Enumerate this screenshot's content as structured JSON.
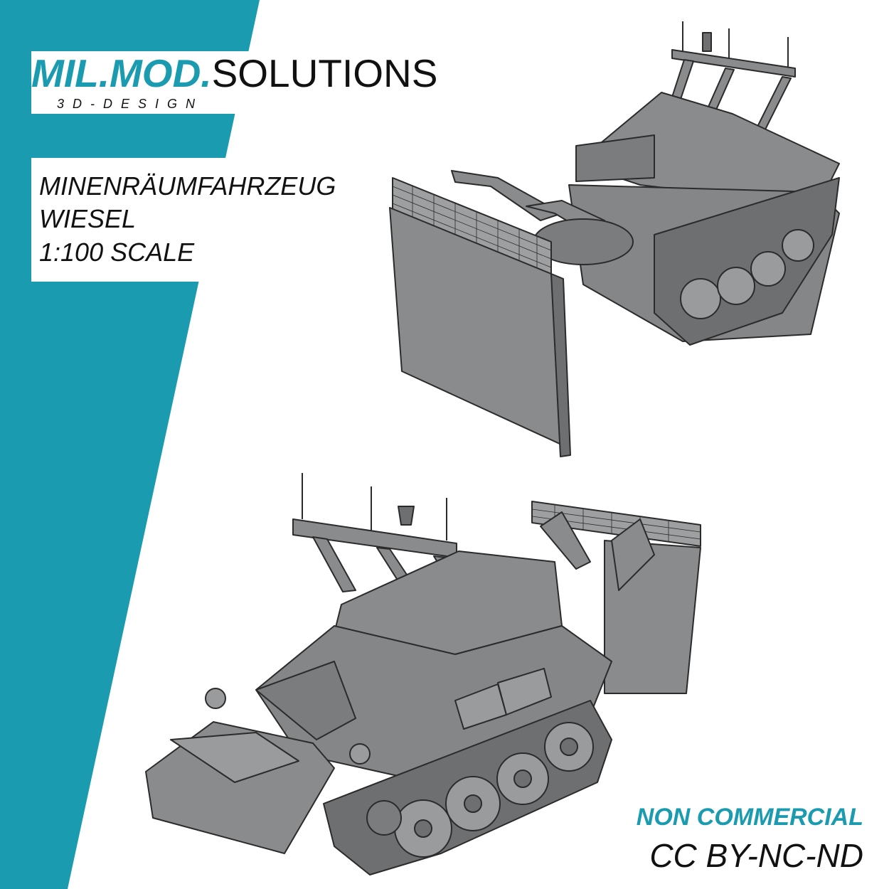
{
  "brand": {
    "logo_part_accent": "MIL.MOD.",
    "logo_part_main": "SOLUTIONS",
    "tagline": "3D-DESIGN"
  },
  "product": {
    "line1": "MINENRÄUMFAHRZEUG",
    "line2": "WIESEL",
    "line3": "1:100 SCALE"
  },
  "license": {
    "label": "NON COMMERCIAL",
    "code": "CC BY-NC-ND"
  },
  "colors": {
    "accent": "#1b9bb0",
    "model_fill": "#8a8b8d",
    "model_dark": "#6e6f71",
    "background": "#ffffff"
  },
  "images": {
    "top_render": "mine-clearing-vehicle-render-rear-view",
    "bottom_render": "mine-clearing-vehicle-render-front-view"
  }
}
